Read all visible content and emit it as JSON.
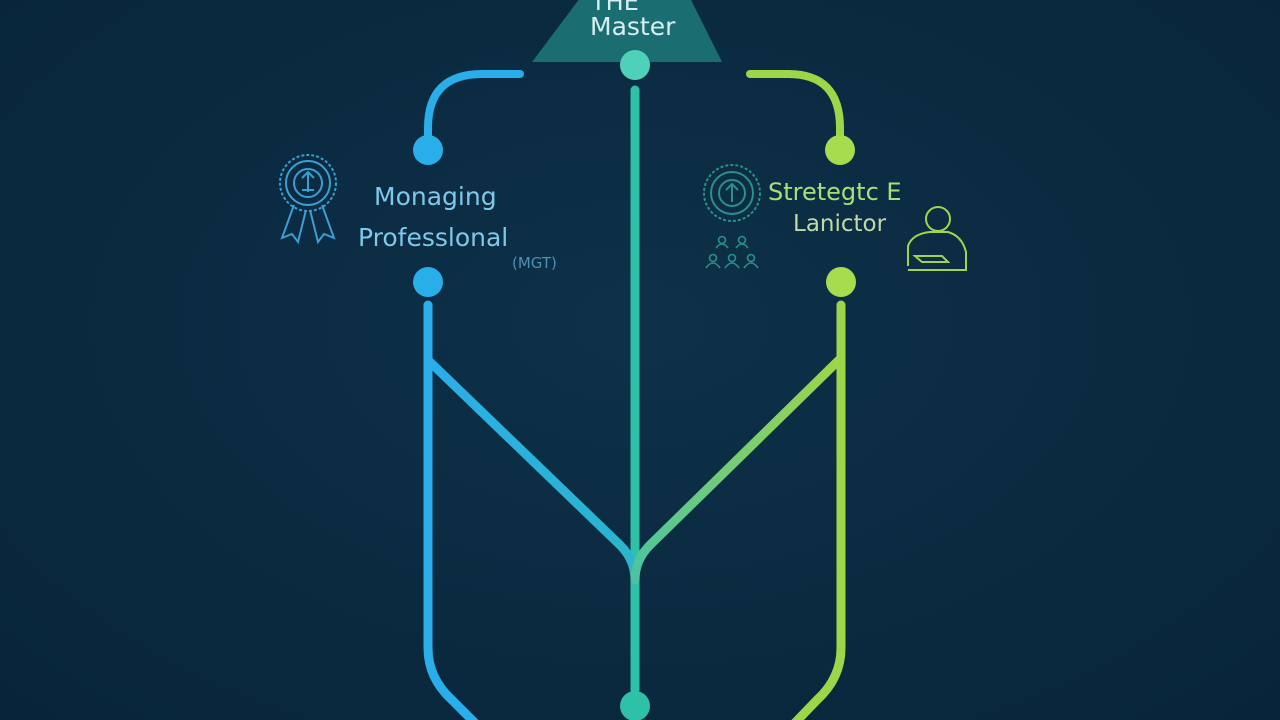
{
  "diagram": {
    "top_node": {
      "title_line1": "THE",
      "title_line2": "Master"
    },
    "left_branch": {
      "label_line1": "Monaging",
      "label_line2": "Professlonal",
      "abbreviation": "(MGT)"
    },
    "right_branch": {
      "label_line1": "Stretegtc",
      "label_line1_suffix": "E",
      "label_line2": "Lanictor"
    }
  },
  "colors": {
    "background": "#0a2a40",
    "left_branch": "#2aaeea",
    "center_branch": "#2fc0a8",
    "right_branch": "#9ed64a",
    "top_banner": "#1d7a7a"
  },
  "icons": {
    "left": "award-ribbon-icon",
    "right_badge": "badge-icon",
    "right_team": "team-icon",
    "right_person": "person-icon"
  }
}
